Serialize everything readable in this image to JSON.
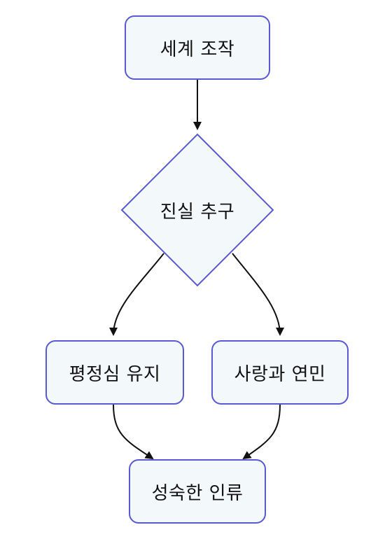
{
  "colors": {
    "node_fill": "#f3f8fb",
    "node_border": "#5959d6",
    "edge": "#111111",
    "text": "#111111"
  },
  "nodes": {
    "world_manipulation": {
      "label": "세계 조작"
    },
    "truth_seeking": {
      "label": "진실 추구"
    },
    "equanimity": {
      "label": "평정심 유지"
    },
    "love_compassion": {
      "label": "사랑과 연민"
    },
    "mature_humanity": {
      "label": "성숙한 인류"
    }
  }
}
